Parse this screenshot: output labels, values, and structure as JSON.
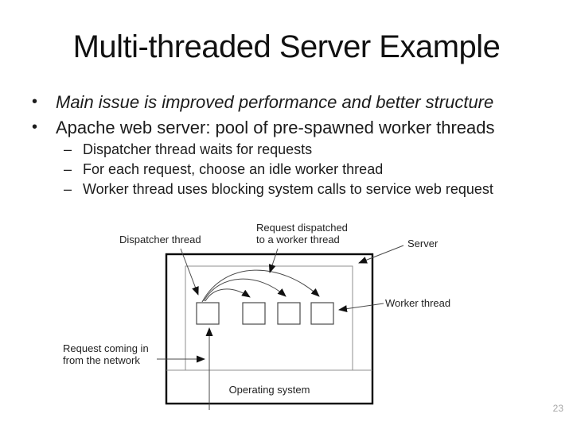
{
  "slide": {
    "title": "Multi-threaded Server Example",
    "page_number": "23"
  },
  "markers": {
    "level1": "•",
    "level2": "–"
  },
  "bullets": [
    {
      "text": "Main issue is improved performance and better structure",
      "style": "italic"
    },
    {
      "text": "Apache web server: pool of pre-spawned worker threads",
      "style": "normal"
    }
  ],
  "sub_bullets": [
    "Dispatcher thread waits for requests",
    "For each request, choose an idle worker thread",
    "Worker thread uses blocking system calls to service web request"
  ],
  "diagram": {
    "labels": {
      "dispatcher_thread": "Dispatcher thread",
      "request_dispatched_line1": "Request dispatched",
      "request_dispatched_line2": "to a worker thread",
      "server": "Server",
      "worker_thread": "Worker thread",
      "request_coming_line1": "Request coming in",
      "request_coming_line2": "from the network",
      "operating_system": "Operating system"
    },
    "colors": {
      "outer_box": "#000000",
      "inner_box": "#8f8f8f",
      "lines": "#4a4a4a",
      "arrowhead": "#111111",
      "page_number": "#a6a6a6"
    }
  }
}
